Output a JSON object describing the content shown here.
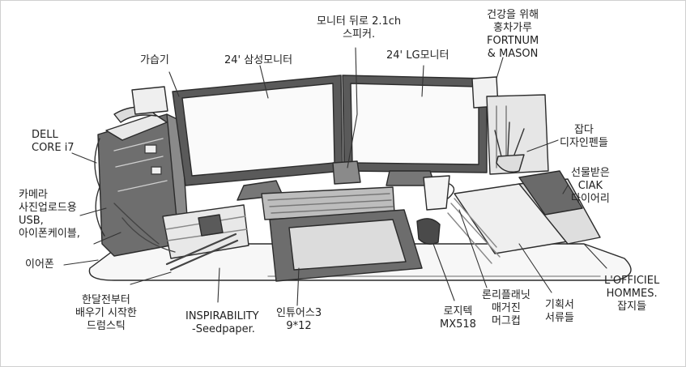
{
  "labels": {
    "dell": [
      "DELL",
      "CORE i7"
    ],
    "humidifier": [
      "가습기"
    ],
    "monitor_samsung": [
      "24' 삼성모니터"
    ],
    "speaker": [
      "모니터 뒤로 2.1ch",
      "스피커."
    ],
    "monitor_lg": [
      "24' LG모니터"
    ],
    "tea": [
      "건강을 위해",
      "홍차가루",
      "FORTNUM",
      "& MASON"
    ],
    "pens": [
      "잡다",
      "디자인펜들"
    ],
    "ciak": [
      "선물받은",
      "CIAK",
      "다이어리"
    ],
    "camera_usb": [
      "카메라",
      "사진업로드용",
      "USB,",
      "아이폰케이블,"
    ],
    "earphone": [
      "이어폰"
    ],
    "drumstick": [
      "한달전부터",
      "배우기 시작한",
      "드럼스틱"
    ],
    "inspirability": [
      "INSPIRABILITY",
      "-Seedpaper."
    ],
    "wacom": [
      "인튜어스3",
      "9*12"
    ],
    "mouse": [
      "로지텍",
      "MX518"
    ],
    "mug": [
      "론리플래닛",
      "매거진",
      "머그컵"
    ],
    "papers": [
      "기획서",
      "서류들"
    ],
    "magazines": [
      "L'OFFICIEL",
      "HOMMES.",
      "잡지들"
    ]
  }
}
